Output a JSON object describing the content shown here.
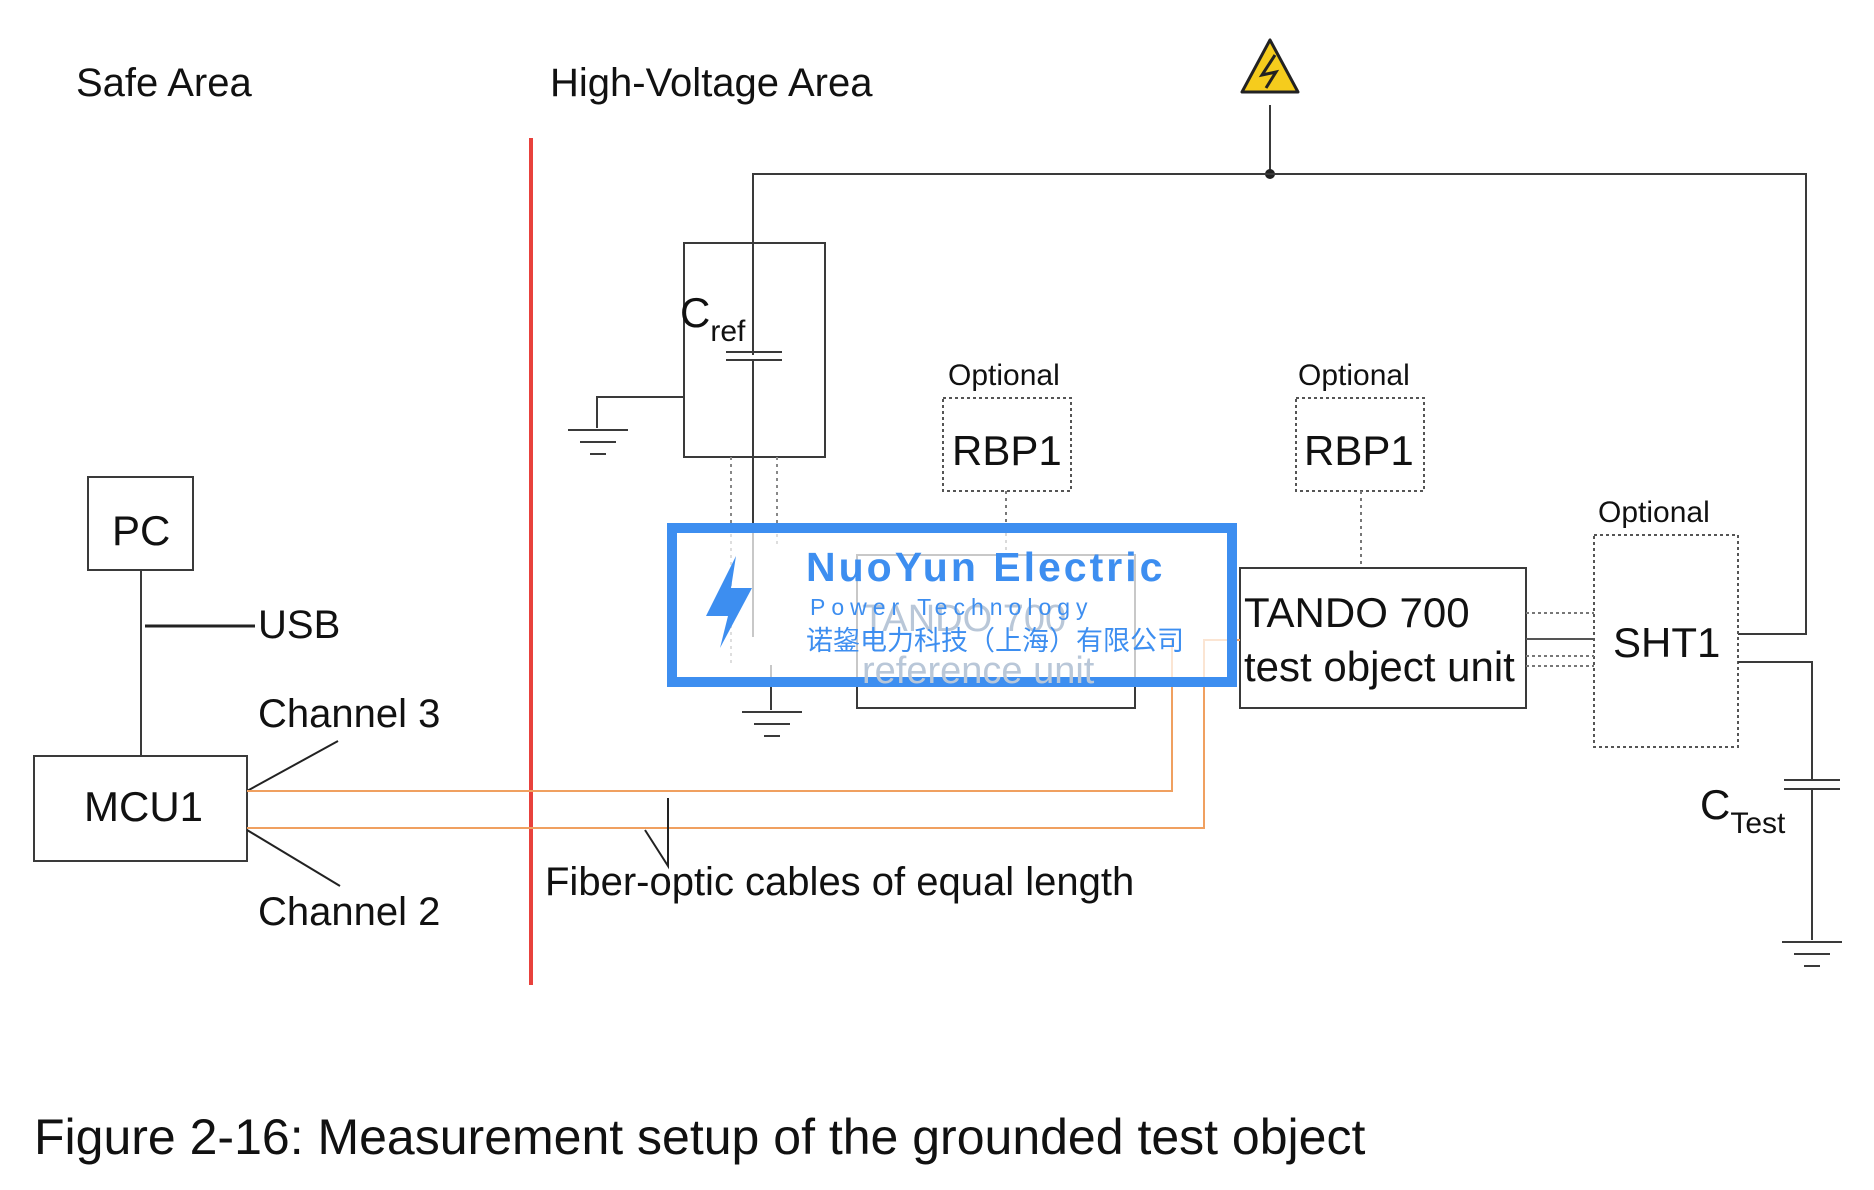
{
  "areas": {
    "safe": "Safe Area",
    "high_voltage": "High-Voltage Area"
  },
  "components": {
    "pc": "PC",
    "usb": "USB",
    "mcu": "MCU1",
    "channel_3": "Channel 3",
    "channel_2": "Channel 2",
    "fiber_label": "Fiber-optic cables of equal length",
    "cref_main": "C",
    "cref_sub": "ref",
    "ctest_main": "C",
    "ctest_sub": "Test",
    "rbp_optional_1": "Optional",
    "rbp1_a": "RBP1",
    "rbp_optional_2": "Optional",
    "rbp1_b": "RBP1",
    "sht_optional": "Optional",
    "sht1": "SHT1",
    "test_unit_line1": "TANDO 700",
    "test_unit_line2": "test object unit",
    "ref_unit_line1": "TANDO 700",
    "ref_unit_line2": "reference unit"
  },
  "watermark": {
    "brand": "NuoYun Electric",
    "tagline": "Power Technology",
    "company_cn": "诺鋆电力科技（上海）有限公司"
  },
  "caption": "Figure 2-16: Measurement setup of the grounded test object",
  "colors": {
    "boundary": "#e8413c",
    "fiber": "#f0a060",
    "wire": "#3a3a3a",
    "watermark": "#3d8ef0",
    "warning_fill": "#f5cc1d"
  }
}
